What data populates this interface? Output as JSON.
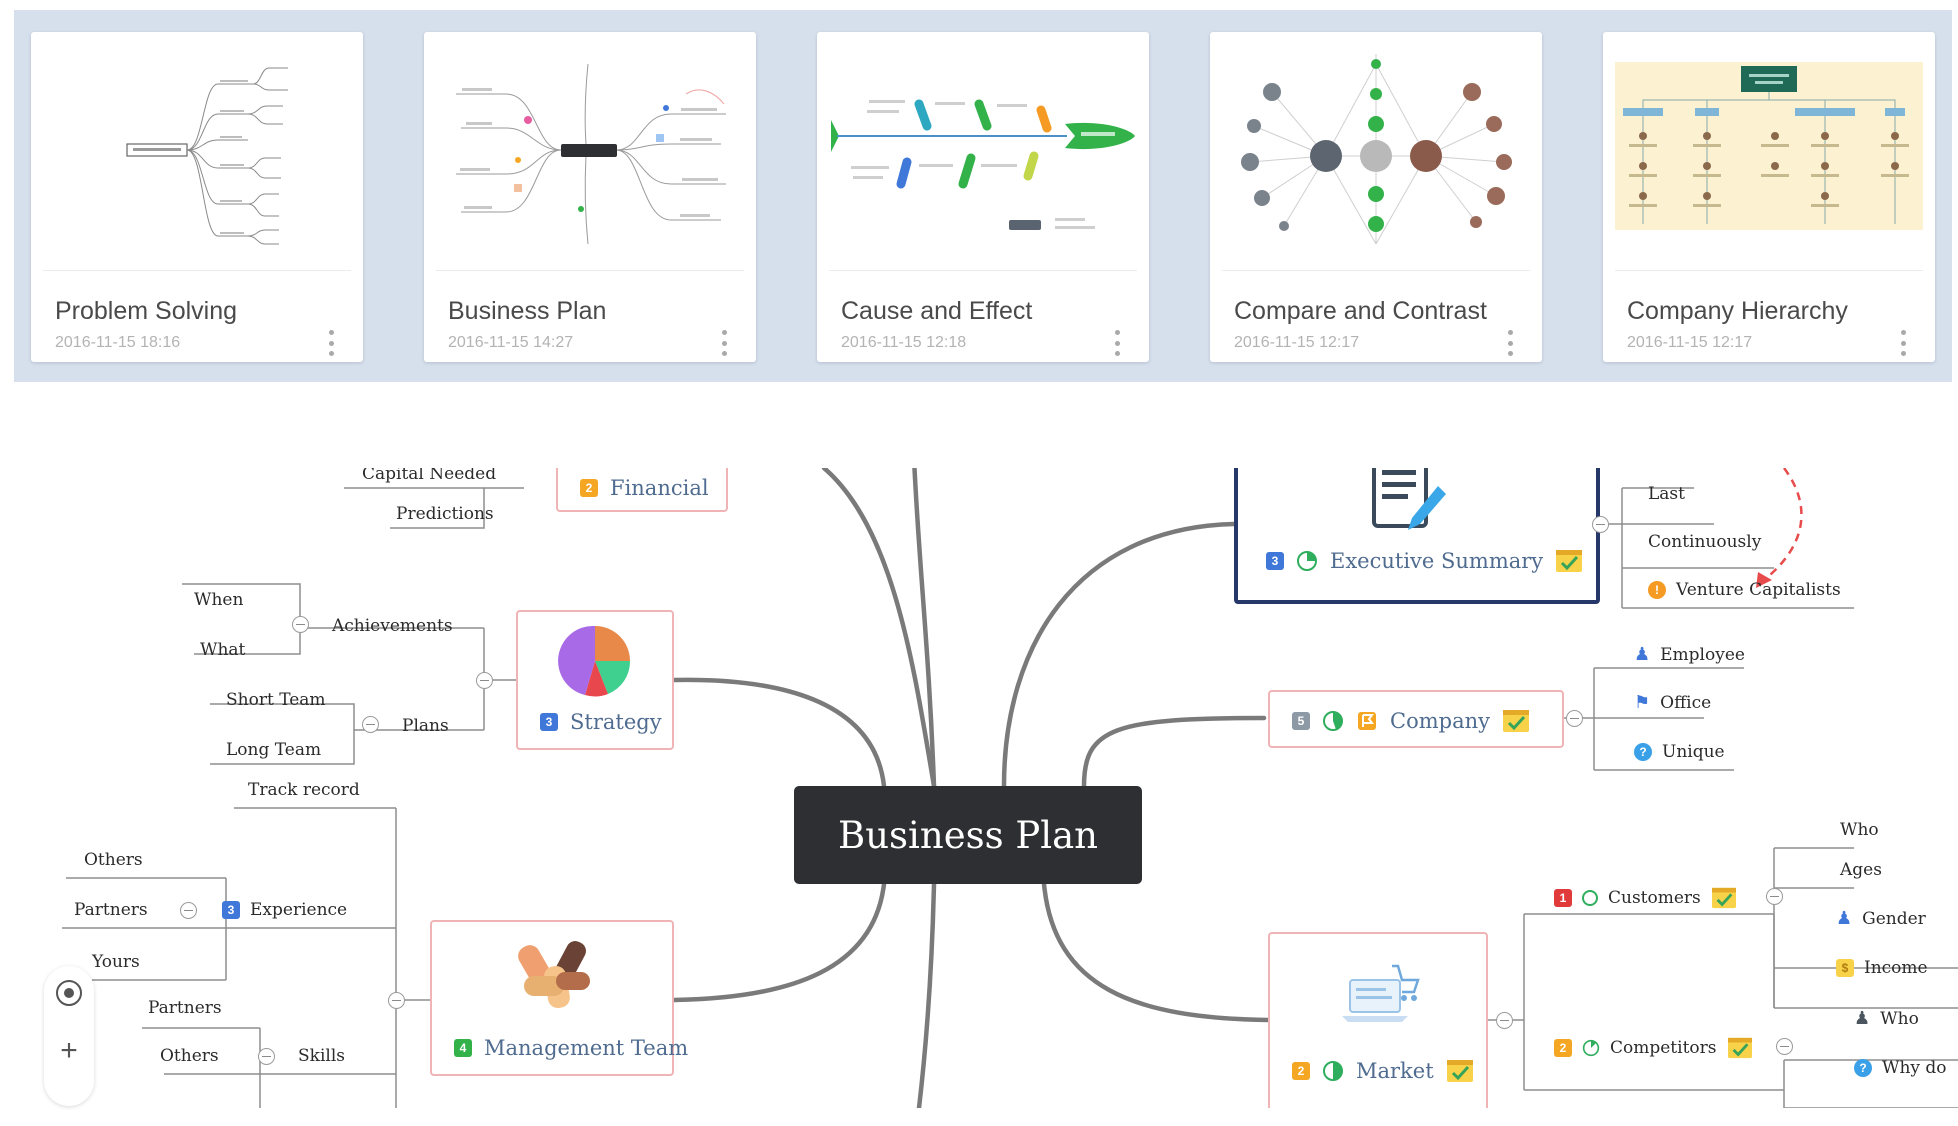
{
  "gallery": {
    "cards": [
      {
        "title": "Problem Solving",
        "date": "2016-11-15 18:16"
      },
      {
        "title": "Business Plan",
        "date": "2016-11-15 14:27"
      },
      {
        "title": "Cause and Effect",
        "date": "2016-11-15 12:18"
      },
      {
        "title": "Compare and Contrast",
        "date": "2016-11-15 12:17"
      },
      {
        "title": "Company Hierarchy",
        "date": "2016-11-15 12:17"
      }
    ]
  },
  "mindmap": {
    "central": "Business Plan",
    "financial": {
      "number": "2",
      "label": "Financial",
      "children": [
        "Capital Needed",
        "Predictions"
      ]
    },
    "strategy": {
      "number": "3",
      "label": "Strategy"
    },
    "achievements": {
      "label": "Achievements",
      "children": [
        "When",
        "What"
      ]
    },
    "plans": {
      "label": "Plans",
      "children": [
        "Short Team",
        "Long Team"
      ]
    },
    "management": {
      "number": "4",
      "label": "Management Team"
    },
    "track_record": "Track record",
    "experience": {
      "number": "3",
      "label": "Experience",
      "children": [
        "Others",
        "Partners",
        "Yours"
      ]
    },
    "skills": {
      "label": "Skills",
      "children": [
        "Partners",
        "Others"
      ]
    },
    "executive": {
      "number": "3",
      "label": "Executive Summary",
      "children": [
        "Last",
        "Continuously",
        "Venture Capitalists"
      ]
    },
    "company": {
      "number": "5",
      "label": "Company",
      "children": [
        "Employee",
        "Office",
        "Unique"
      ]
    },
    "market": {
      "number": "2",
      "label": "Market"
    },
    "customers": {
      "number": "1",
      "label": "Customers",
      "children": [
        "Who",
        "Ages",
        "Gender",
        "Income"
      ]
    },
    "competitors": {
      "number": "2",
      "label": "Competitors",
      "children": [
        "Who",
        "Why do"
      ]
    }
  },
  "colors": {
    "gallery_bg": "#d6dfec",
    "central_bg": "#2e2f33",
    "topic_border": "#f0b4b4",
    "topic_text": "#4f6b8f",
    "badge_orange": "#f5a623",
    "badge_blue": "#3f78d9",
    "badge_green": "#33b24a",
    "badge_red": "#e03a3a",
    "badge_gray": "#8e99a6"
  },
  "icons": {
    "card_menu": "vertical-dots-icon",
    "locate": "target-icon",
    "zoom_in": "plus-icon",
    "note": "note-icon",
    "progress": "progress-pie-icon"
  }
}
